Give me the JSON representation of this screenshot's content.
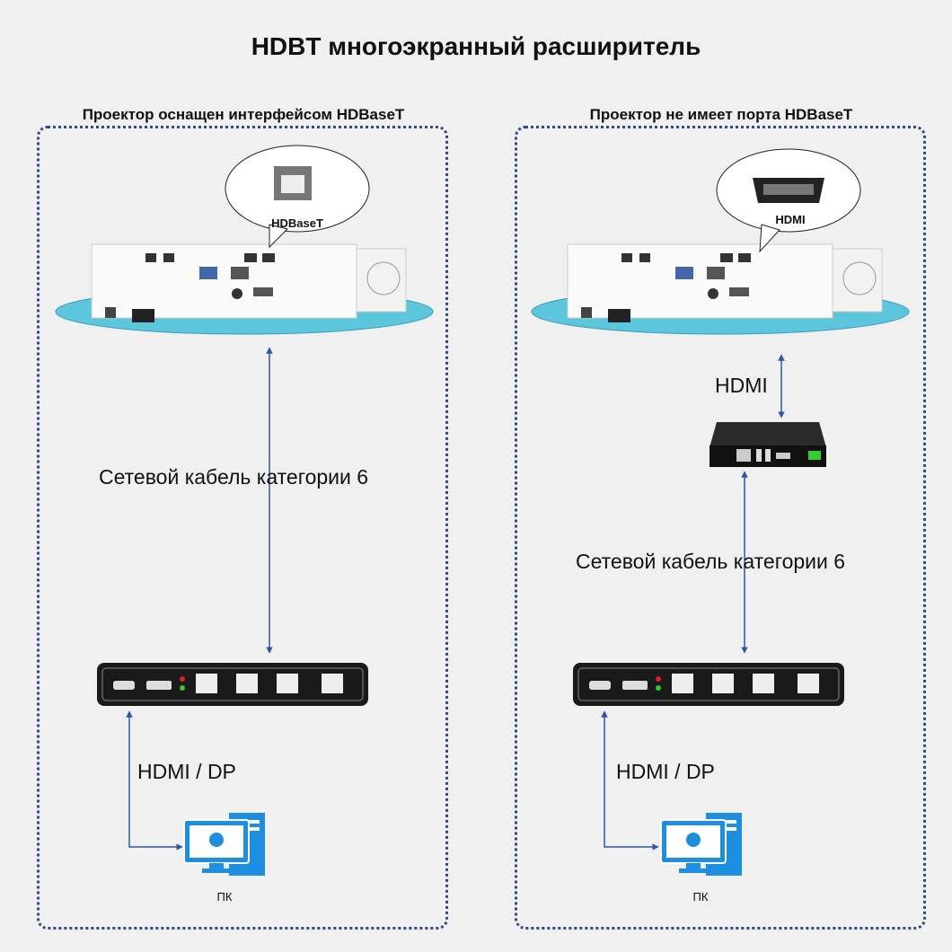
{
  "title": "HDBT многоэкранный расширитель",
  "left": {
    "heading": "Проектор оснащен интерфейсом HDBaseT",
    "callout": "HDBaseT",
    "cable": "Сетевой кабель категории 6",
    "input": "HDMI / DP",
    "pc": "ПК"
  },
  "right": {
    "heading": "Проектор не имеет порта HDBaseT",
    "callout": "HDMI",
    "hdmi_link": "HDMI",
    "cable": "Сетевой кабель категории 6",
    "input": "HDMI / DP",
    "pc": "ПК"
  },
  "colors": {
    "arrow": "#2f55a4",
    "border": "#2c4a8c",
    "platform": "#5cc6dc",
    "pc": "#1e8fe0"
  }
}
